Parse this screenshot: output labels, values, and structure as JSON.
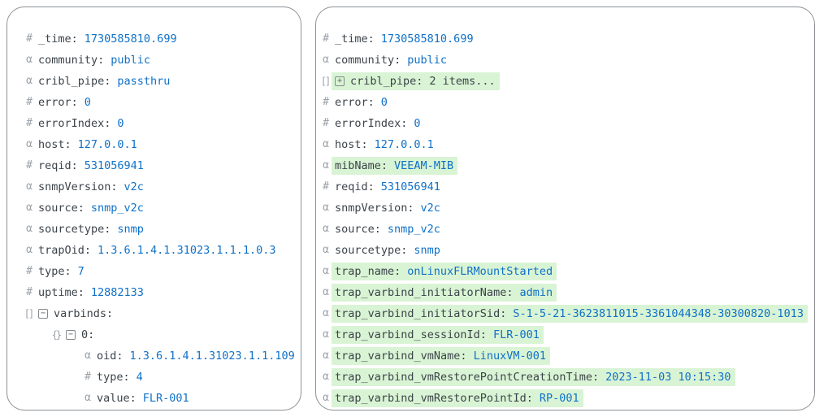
{
  "colors": {
    "value_blue": "#0f70c8",
    "key_dark": "#3c434a",
    "icon_gray": "#9aa1a8",
    "highlight_green": "#d9f4d4",
    "panel_border": "#8d9196",
    "background": "#ffffff"
  },
  "icon_glyphs": {
    "number": "#",
    "string": "α",
    "array": "[]",
    "object": "{}"
  },
  "toggle_glyphs": {
    "expanded": "−",
    "collapsed": "+"
  },
  "panels": [
    {
      "id": "panel-left",
      "name": "event-panel-before",
      "rows": [
        {
          "type": "number",
          "key": "_time",
          "value": "1730585810.699",
          "indent": 0,
          "highlight": false,
          "toggle": null,
          "value_plain": false
        },
        {
          "type": "string",
          "key": "community",
          "value": "public",
          "indent": 0,
          "highlight": false,
          "toggle": null,
          "value_plain": false
        },
        {
          "type": "string",
          "key": "cribl_pipe",
          "value": "passthru",
          "indent": 0,
          "highlight": false,
          "toggle": null,
          "value_plain": false
        },
        {
          "type": "number",
          "key": "error",
          "value": "0",
          "indent": 0,
          "highlight": false,
          "toggle": null,
          "value_plain": false
        },
        {
          "type": "number",
          "key": "errorIndex",
          "value": "0",
          "indent": 0,
          "highlight": false,
          "toggle": null,
          "value_plain": false
        },
        {
          "type": "string",
          "key": "host",
          "value": "127.0.0.1",
          "indent": 0,
          "highlight": false,
          "toggle": null,
          "value_plain": false
        },
        {
          "type": "number",
          "key": "reqid",
          "value": "531056941",
          "indent": 0,
          "highlight": false,
          "toggle": null,
          "value_plain": false
        },
        {
          "type": "string",
          "key": "snmpVersion",
          "value": "v2c",
          "indent": 0,
          "highlight": false,
          "toggle": null,
          "value_plain": false
        },
        {
          "type": "string",
          "key": "source",
          "value": "snmp_v2c",
          "indent": 0,
          "highlight": false,
          "toggle": null,
          "value_plain": false
        },
        {
          "type": "string",
          "key": "sourcetype",
          "value": "snmp",
          "indent": 0,
          "highlight": false,
          "toggle": null,
          "value_plain": false
        },
        {
          "type": "string",
          "key": "trapOid",
          "value": "1.3.6.1.4.1.31023.1.1.1.0.3",
          "indent": 0,
          "highlight": false,
          "toggle": null,
          "value_plain": false
        },
        {
          "type": "number",
          "key": "type",
          "value": "7",
          "indent": 0,
          "highlight": false,
          "toggle": null,
          "value_plain": false
        },
        {
          "type": "number",
          "key": "uptime",
          "value": "12882133",
          "indent": 0,
          "highlight": false,
          "toggle": null,
          "value_plain": false
        },
        {
          "type": "array",
          "key": "varbinds",
          "value": "",
          "indent": 0,
          "highlight": false,
          "toggle": "expanded",
          "value_plain": false
        },
        {
          "type": "object",
          "key": "0",
          "value": "",
          "indent": 1,
          "highlight": false,
          "toggle": "expanded",
          "value_plain": false
        },
        {
          "type": "string",
          "key": "oid",
          "value": "1.3.6.1.4.1.31023.1.1.109",
          "indent": 2,
          "highlight": false,
          "toggle": null,
          "value_plain": false
        },
        {
          "type": "number",
          "key": "type",
          "value": "4",
          "indent": 2,
          "highlight": false,
          "toggle": null,
          "value_plain": false
        },
        {
          "type": "string",
          "key": "value",
          "value": "FLR-001",
          "indent": 2,
          "highlight": false,
          "toggle": null,
          "value_plain": false
        }
      ]
    },
    {
      "id": "panel-right",
      "name": "event-panel-after",
      "rows": [
        {
          "type": "number",
          "key": "_time",
          "value": "1730585810.699",
          "indent": 0,
          "highlight": false,
          "toggle": null,
          "value_plain": false
        },
        {
          "type": "string",
          "key": "community",
          "value": "public",
          "indent": 0,
          "highlight": false,
          "toggle": null,
          "value_plain": false
        },
        {
          "type": "array",
          "key": "cribl_pipe",
          "value": "2 items...",
          "indent": 0,
          "highlight": true,
          "toggle": "collapsed",
          "value_plain": true
        },
        {
          "type": "number",
          "key": "error",
          "value": "0",
          "indent": 0,
          "highlight": false,
          "toggle": null,
          "value_plain": false
        },
        {
          "type": "number",
          "key": "errorIndex",
          "value": "0",
          "indent": 0,
          "highlight": false,
          "toggle": null,
          "value_plain": false
        },
        {
          "type": "string",
          "key": "host",
          "value": "127.0.0.1",
          "indent": 0,
          "highlight": false,
          "toggle": null,
          "value_plain": false
        },
        {
          "type": "string",
          "key": "mibName",
          "value": "VEEAM-MIB",
          "indent": 0,
          "highlight": true,
          "toggle": null,
          "value_plain": false
        },
        {
          "type": "number",
          "key": "reqid",
          "value": "531056941",
          "indent": 0,
          "highlight": false,
          "toggle": null,
          "value_plain": false
        },
        {
          "type": "string",
          "key": "snmpVersion",
          "value": "v2c",
          "indent": 0,
          "highlight": false,
          "toggle": null,
          "value_plain": false
        },
        {
          "type": "string",
          "key": "source",
          "value": "snmp_v2c",
          "indent": 0,
          "highlight": false,
          "toggle": null,
          "value_plain": false
        },
        {
          "type": "string",
          "key": "sourcetype",
          "value": "snmp",
          "indent": 0,
          "highlight": false,
          "toggle": null,
          "value_plain": false
        },
        {
          "type": "string",
          "key": "trap_name",
          "value": "onLinuxFLRMountStarted",
          "indent": 0,
          "highlight": true,
          "toggle": null,
          "value_plain": false
        },
        {
          "type": "string",
          "key": "trap_varbind_initiatorName",
          "value": "admin",
          "indent": 0,
          "highlight": true,
          "toggle": null,
          "value_plain": false
        },
        {
          "type": "string",
          "key": "trap_varbind_initiatorSid",
          "value": "S-1-5-21-3623811015-3361044348-30300820-1013",
          "indent": 0,
          "highlight": true,
          "toggle": null,
          "value_plain": false
        },
        {
          "type": "string",
          "key": "trap_varbind_sessionId",
          "value": "FLR-001",
          "indent": 0,
          "highlight": true,
          "toggle": null,
          "value_plain": false
        },
        {
          "type": "string",
          "key": "trap_varbind_vmName",
          "value": "LinuxVM-001",
          "indent": 0,
          "highlight": true,
          "toggle": null,
          "value_plain": false
        },
        {
          "type": "string",
          "key": "trap_varbind_vmRestorePointCreationTime",
          "value": "2023-11-03 10:15:30",
          "indent": 0,
          "highlight": true,
          "toggle": null,
          "value_plain": false
        },
        {
          "type": "string",
          "key": "trap_varbind_vmRestorePointId",
          "value": "RP-001",
          "indent": 0,
          "highlight": true,
          "toggle": null,
          "value_plain": false
        }
      ]
    }
  ]
}
